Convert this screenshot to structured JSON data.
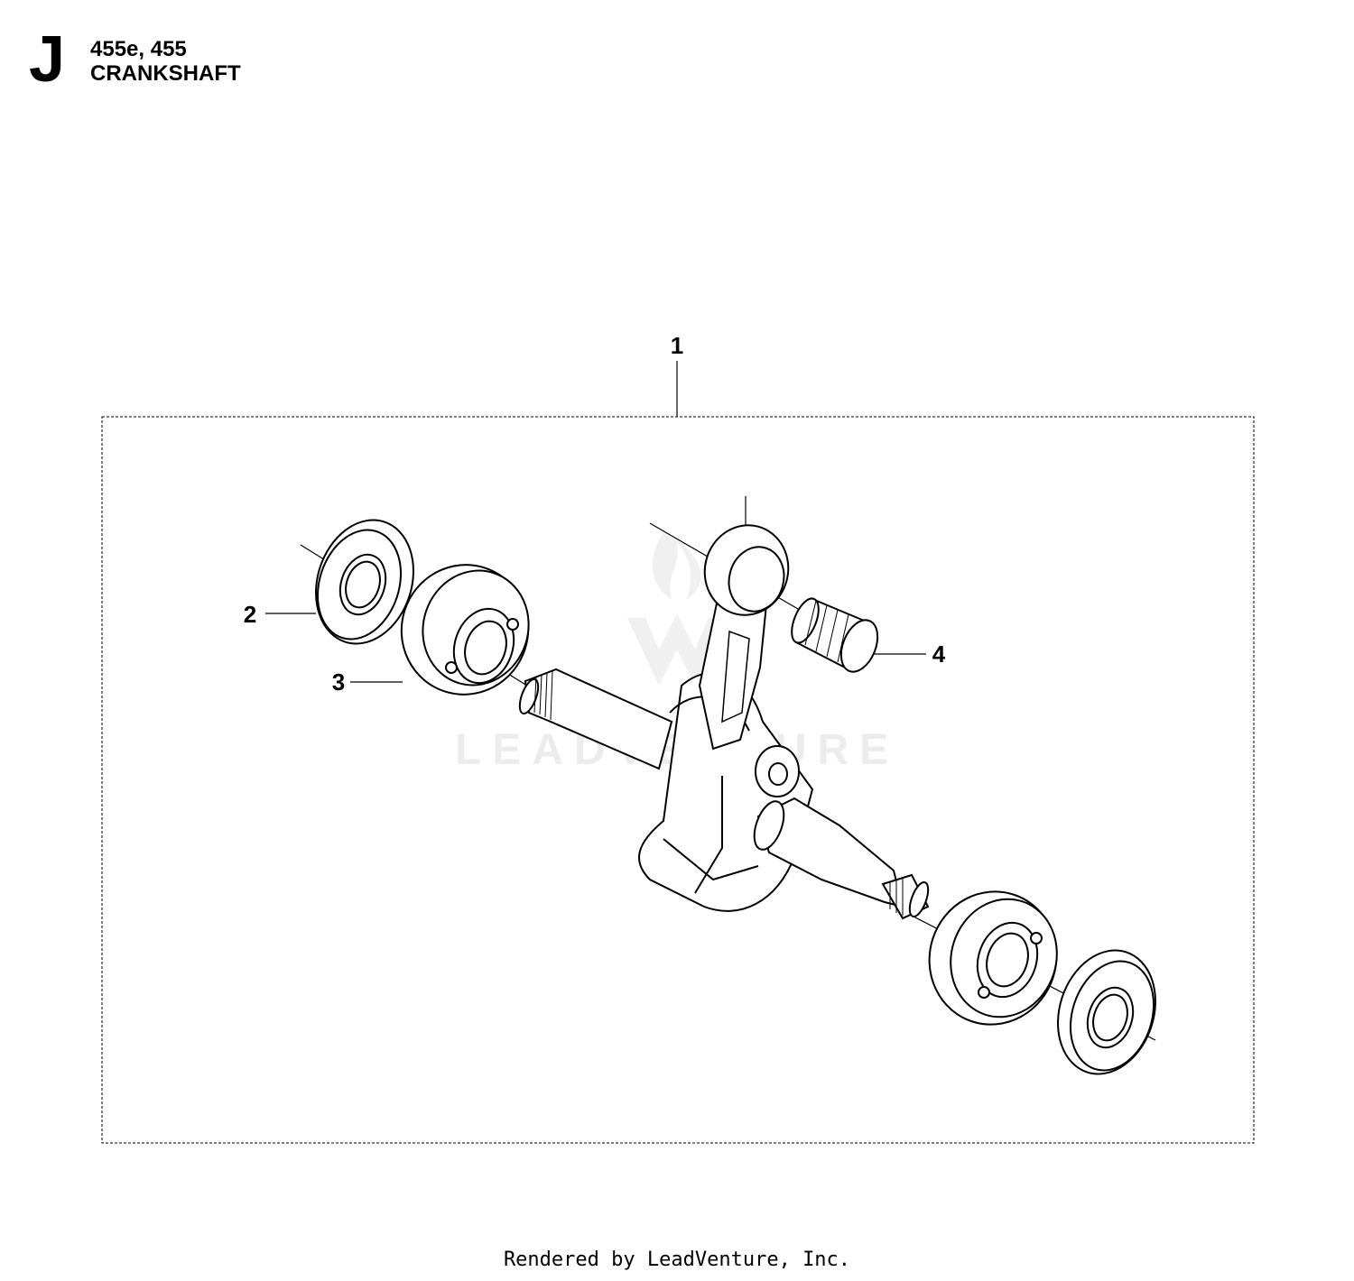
{
  "header": {
    "section_letter": "J",
    "model": "455e, 455",
    "title": "CRANKSHAFT"
  },
  "callouts": [
    "1",
    "2",
    "3",
    "4"
  ],
  "watermark": "LEADVENTURE",
  "footer": "Rendered by LeadVenture, Inc."
}
